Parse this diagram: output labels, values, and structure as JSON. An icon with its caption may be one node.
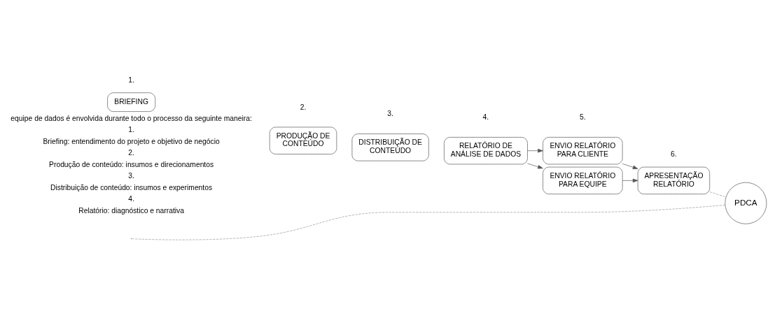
{
  "diagram": {
    "nodes": [
      {
        "text": [
          "BRIEFING"
        ],
        "beside": [
          "1."
        ]
      },
      {
        "text": [
          "PRODUÇÃO DE CONTEÚDO"
        ],
        "beside": [
          "2."
        ]
      },
      {
        "text": [
          "DISTRIBUIÇÃO DE CONTEÚDO"
        ],
        "beside": [
          "3."
        ]
      },
      {
        "text": [
          "RELATÓRIO DE ANÁLISE DE DADOS"
        ],
        "beside": [
          "4."
        ]
      },
      {
        "text": [
          "ENVIO RELATÓRIO PARA CLIENTE"
        ],
        "beside": [
          "5."
        ]
      },
      {
        "text": [
          "ENVIO RELATÓRIO PARA EQUIPE"
        ]
      },
      {
        "text": [
          "APRESENTAÇÃO RELATÓRIO"
        ],
        "beside": [
          "6."
        ]
      },
      {
        "text": [
          "PDCA"
        ]
      }
    ],
    "edges": [
      {
        "from": 3,
        "to": 4,
        "arrow": "to"
      },
      {
        "from": 3,
        "to": 5,
        "arrow": "to"
      },
      {
        "from": 4,
        "to": 6,
        "arrow": "to"
      },
      {
        "from": 5,
        "to": 6,
        "arrow": "to"
      },
      {
        "from": 6,
        "to": 7,
        "arrow": "none",
        "style": "dashed",
        "color": "#999999"
      },
      {
        "from": null,
        "to": 7,
        "arrow": "none",
        "style": "dashed",
        "color": "#999999"
      }
    ],
    "labels": [
      "equipe de dados é envolvida durante todo o processo da seguinte maneira:",
      "1.",
      "Briefing: entendimento do projeto e objetivo de negócio",
      "2.",
      "Produção de conteúdo: insumos e direcionamentos",
      "3.",
      "Distribuição de conteúdo: insumos e experimentos",
      "4.",
      "Relatório: diagnóstico e narrativa"
    ]
  }
}
